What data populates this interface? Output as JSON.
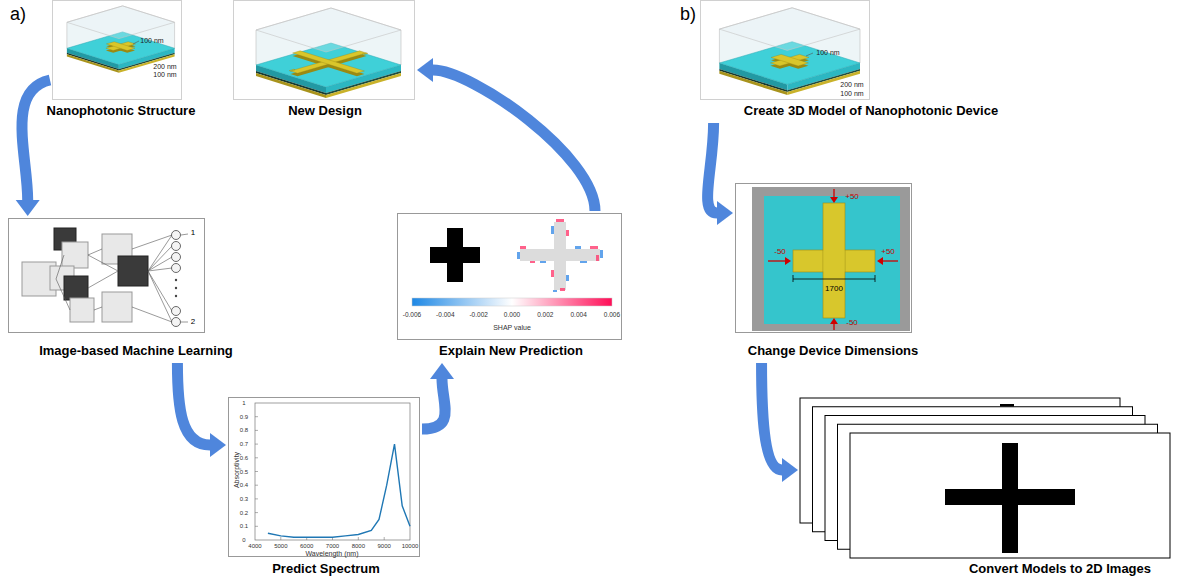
{
  "diagram": {
    "nodes": [
      {
        "text": [
          "Nanophotonic Structure"
        ]
      },
      {
        "text": [
          "New Design"
        ]
      },
      {
        "text": [
          "Image-based Machine Learning"
        ]
      },
      {
        "text": [
          "Explain New Prediction"
        ]
      },
      {
        "text": [
          "Predict Spectrum"
        ]
      },
      {
        "text": [
          "Create 3D Model of Nanophotonic Device"
        ]
      },
      {
        "text": [
          "Change Device Dimensions"
        ]
      },
      {
        "text": [
          "Convert Models to 2D Images"
        ]
      }
    ],
    "edges": [
      {
        "from": 0,
        "to": 2,
        "arrow": "to"
      },
      {
        "from": 2,
        "to": 4,
        "arrow": "to"
      },
      {
        "from": 4,
        "to": 3,
        "arrow": "to"
      },
      {
        "from": 3,
        "to": 1,
        "arrow": "to"
      },
      {
        "from": 5,
        "to": 6,
        "arrow": "to"
      },
      {
        "from": 6,
        "to": 7,
        "arrow": "to"
      }
    ],
    "labels": [
      "a)",
      "b)",
      "100 nm",
      "200 nm",
      "100 nm",
      "100 nm",
      "200 nm",
      "100 nm",
      "1",
      "2",
      "-0.006",
      "-0.004",
      "-0.002",
      "0.000",
      "0.002",
      "0.004",
      "0.006",
      "SHAP value",
      "Absorptivity",
      "Wavelength (nm)",
      "0",
      "0.1",
      "0.2",
      "0.3",
      "0.4",
      "0.5",
      "0.6",
      "0.7",
      "0.8",
      "0.9",
      "1",
      "4000",
      "5000",
      "6000",
      "7000",
      "8000",
      "9000",
      "10000",
      "+50",
      "-50",
      "+50",
      "1700",
      "-50"
    ]
  }
}
